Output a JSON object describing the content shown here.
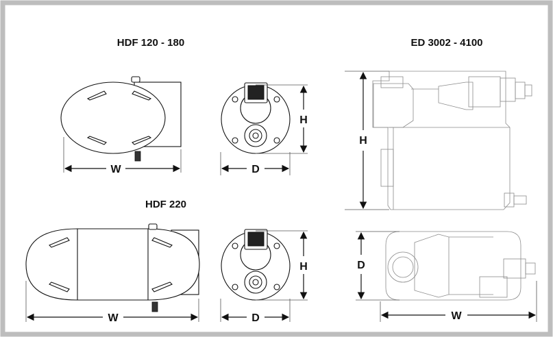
{
  "titles": {
    "hdf_small": "HDF 120 - 180",
    "hdf_large": "HDF 220",
    "ed": "ED 3002 - 4100"
  },
  "dimensions": {
    "width": "W",
    "height": "H",
    "depth": "D"
  },
  "colors": {
    "frame": "#bdbdbd",
    "ink": "#111111",
    "background": "#ffffff"
  }
}
